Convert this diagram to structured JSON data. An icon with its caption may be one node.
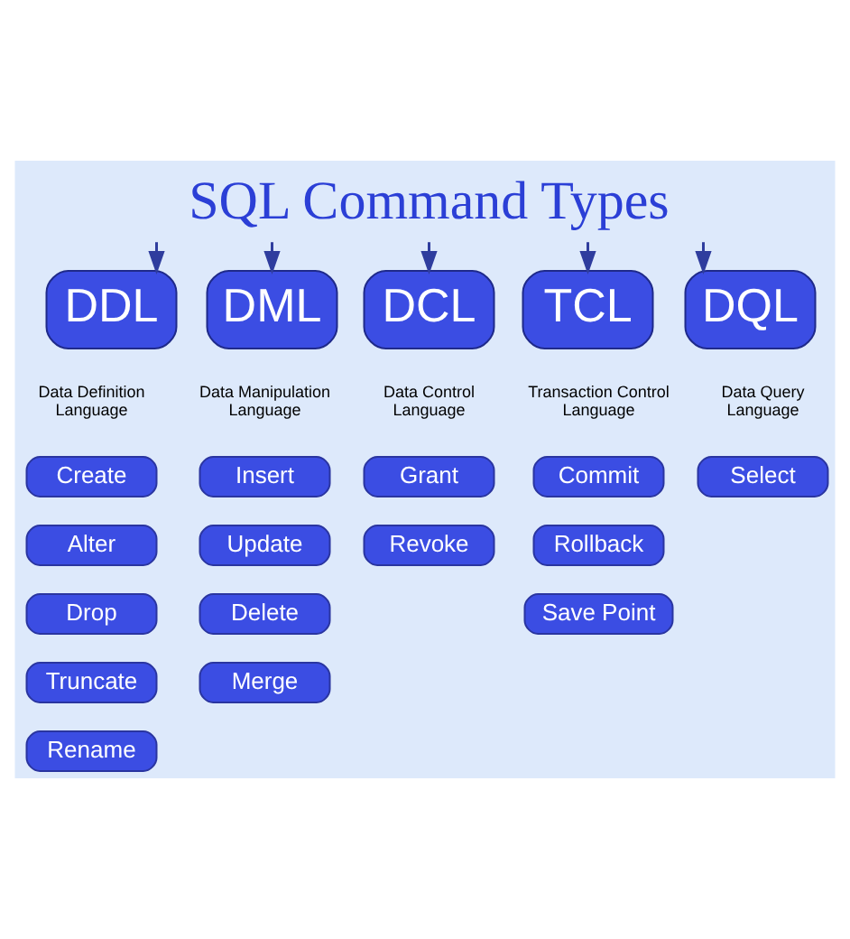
{
  "diagram": {
    "nodes": [
      {
        "text": [
          "SQL Command Types"
        ]
      },
      {
        "text": [
          "DDL"
        ],
        "beside": [
          "Data Definition Language"
        ]
      },
      {
        "text": [
          "DML"
        ],
        "beside": [
          "Data Manipulation Language"
        ]
      },
      {
        "text": [
          "DCL"
        ],
        "beside": [
          "Data Control Language"
        ]
      },
      {
        "text": [
          "TCL"
        ],
        "beside": [
          "Transaction Control Language"
        ]
      },
      {
        "text": [
          "DQL"
        ],
        "beside": [
          "Data Query Language"
        ]
      },
      {
        "text": [
          "Create"
        ]
      },
      {
        "text": [
          "Alter"
        ]
      },
      {
        "text": [
          "Drop"
        ]
      },
      {
        "text": [
          "Truncate"
        ]
      },
      {
        "text": [
          "Rename"
        ]
      },
      {
        "text": [
          "Insert"
        ]
      },
      {
        "text": [
          "Update"
        ]
      },
      {
        "text": [
          "Delete"
        ]
      },
      {
        "text": [
          "Merge"
        ]
      },
      {
        "text": [
          "Grant"
        ]
      },
      {
        "text": [
          "Revoke"
        ]
      },
      {
        "text": [
          "Commit"
        ]
      },
      {
        "text": [
          "Rollback"
        ]
      },
      {
        "text": [
          "Save Point"
        ]
      },
      {
        "text": [
          "Select"
        ]
      }
    ],
    "edges": [
      {
        "from": 0,
        "to": 1,
        "arrow": "to"
      },
      {
        "from": 0,
        "to": 2,
        "arrow": "to"
      },
      {
        "from": 0,
        "to": 3,
        "arrow": "to"
      },
      {
        "from": 0,
        "to": 4,
        "arrow": "to"
      },
      {
        "from": 0,
        "to": 5,
        "arrow": "to"
      }
    ]
  }
}
